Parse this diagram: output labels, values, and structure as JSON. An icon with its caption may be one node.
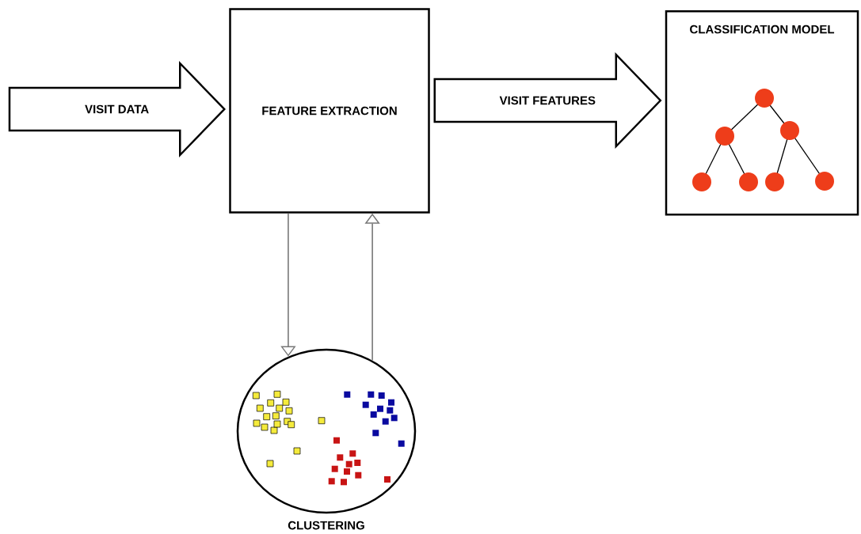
{
  "diagram": {
    "nodes": [
      {
        "text": [
          "FEATURE EXTRACTION"
        ]
      },
      {
        "text": [
          "CLASSIFICATION MODEL"
        ]
      },
      {
        "text": [
          "CLUSTERING"
        ]
      }
    ],
    "edges": [
      {
        "from": null,
        "to": 0,
        "arrow": "to",
        "label": "VISIT DATA",
        "style": "thick"
      },
      {
        "from": 0,
        "to": 1,
        "arrow": "to",
        "label": "VISIT FEATURES",
        "style": "thick"
      },
      {
        "from": 0,
        "to": 2,
        "arrow": "to"
      },
      {
        "from": 2,
        "to": 0,
        "arrow": "to"
      }
    ]
  }
}
